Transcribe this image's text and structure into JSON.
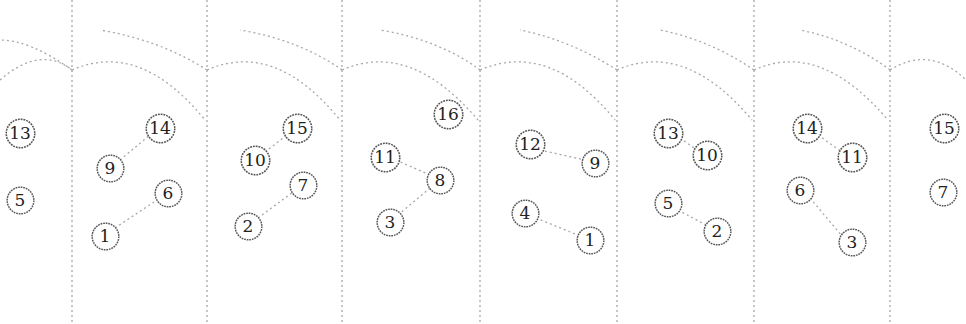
{
  "diagram": {
    "nodes": [
      {
        "text": [
          "13"
        ]
      },
      {
        "text": [
          "5"
        ]
      },
      {
        "text": [
          "14"
        ]
      },
      {
        "text": [
          "9"
        ]
      },
      {
        "text": [
          "6"
        ]
      },
      {
        "text": [
          "1"
        ]
      },
      {
        "text": [
          "15"
        ]
      },
      {
        "text": [
          "10"
        ]
      },
      {
        "text": [
          "7"
        ]
      },
      {
        "text": [
          "2"
        ]
      },
      {
        "text": [
          "16"
        ]
      },
      {
        "text": [
          "11"
        ]
      },
      {
        "text": [
          "8"
        ]
      },
      {
        "text": [
          "3"
        ]
      },
      {
        "text": [
          "12"
        ]
      },
      {
        "text": [
          "9"
        ]
      },
      {
        "text": [
          "4"
        ]
      },
      {
        "text": [
          "1"
        ]
      },
      {
        "text": [
          "13"
        ]
      },
      {
        "text": [
          "10"
        ]
      },
      {
        "text": [
          "5"
        ]
      },
      {
        "text": [
          "2"
        ]
      },
      {
        "text": [
          "14"
        ]
      },
      {
        "text": [
          "11"
        ]
      },
      {
        "text": [
          "6"
        ]
      },
      {
        "text": [
          "3"
        ]
      },
      {
        "text": [
          "15"
        ]
      },
      {
        "text": [
          "7"
        ]
      }
    ]
  }
}
